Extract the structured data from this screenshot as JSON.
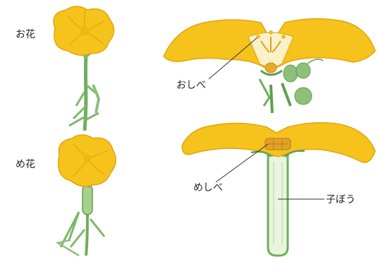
{
  "labels": {
    "male_flower": "お花",
    "female_flower": "め花",
    "stamen": "おしべ",
    "pistil": "めしべ",
    "ovary": "子ぼう"
  },
  "colors": {
    "petal": "#f6c21c",
    "petal_dark": "#e2a50c",
    "petal_light": "#fbd95a",
    "stem": "#8ec07a",
    "stem_dark": "#5f9e52",
    "leader": "#333333"
  },
  "icons": {
    "male_flower_whole": "male-flower-illustration",
    "female_flower_whole": "female-flower-illustration",
    "male_flower_section": "male-flower-cross-section",
    "female_flower_section": "female-flower-cross-section"
  }
}
